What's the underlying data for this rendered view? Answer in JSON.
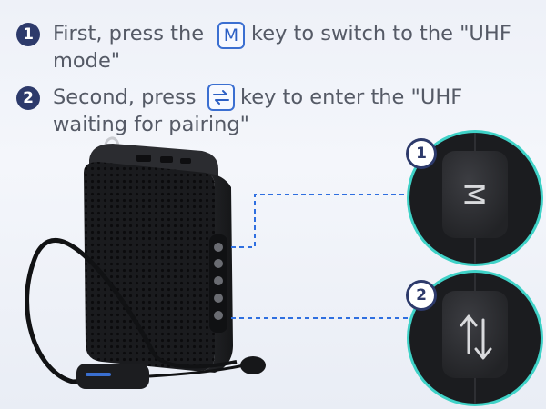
{
  "steps": [
    {
      "number": "1",
      "line1_before": "First,  press the",
      "key_label": "M",
      "line1_after": "key to switch to the \"UHF",
      "line2": "mode\""
    },
    {
      "number": "2",
      "line1_before": "Second, press",
      "key_icon": "swap-arrows-icon",
      "line1_after": "key to enter the \"UHF",
      "line2": "waiting for pairing\""
    }
  ],
  "callouts": [
    {
      "number": "1",
      "button_label": "M"
    },
    {
      "number": "2",
      "button_icon": "swap-arrows-icon"
    }
  ],
  "colors": {
    "accent_blue": "#3b6fd1",
    "ring_teal": "#3fd2c7",
    "badge_navy": "#2d3a6b",
    "device_black": "#1c1d20"
  }
}
